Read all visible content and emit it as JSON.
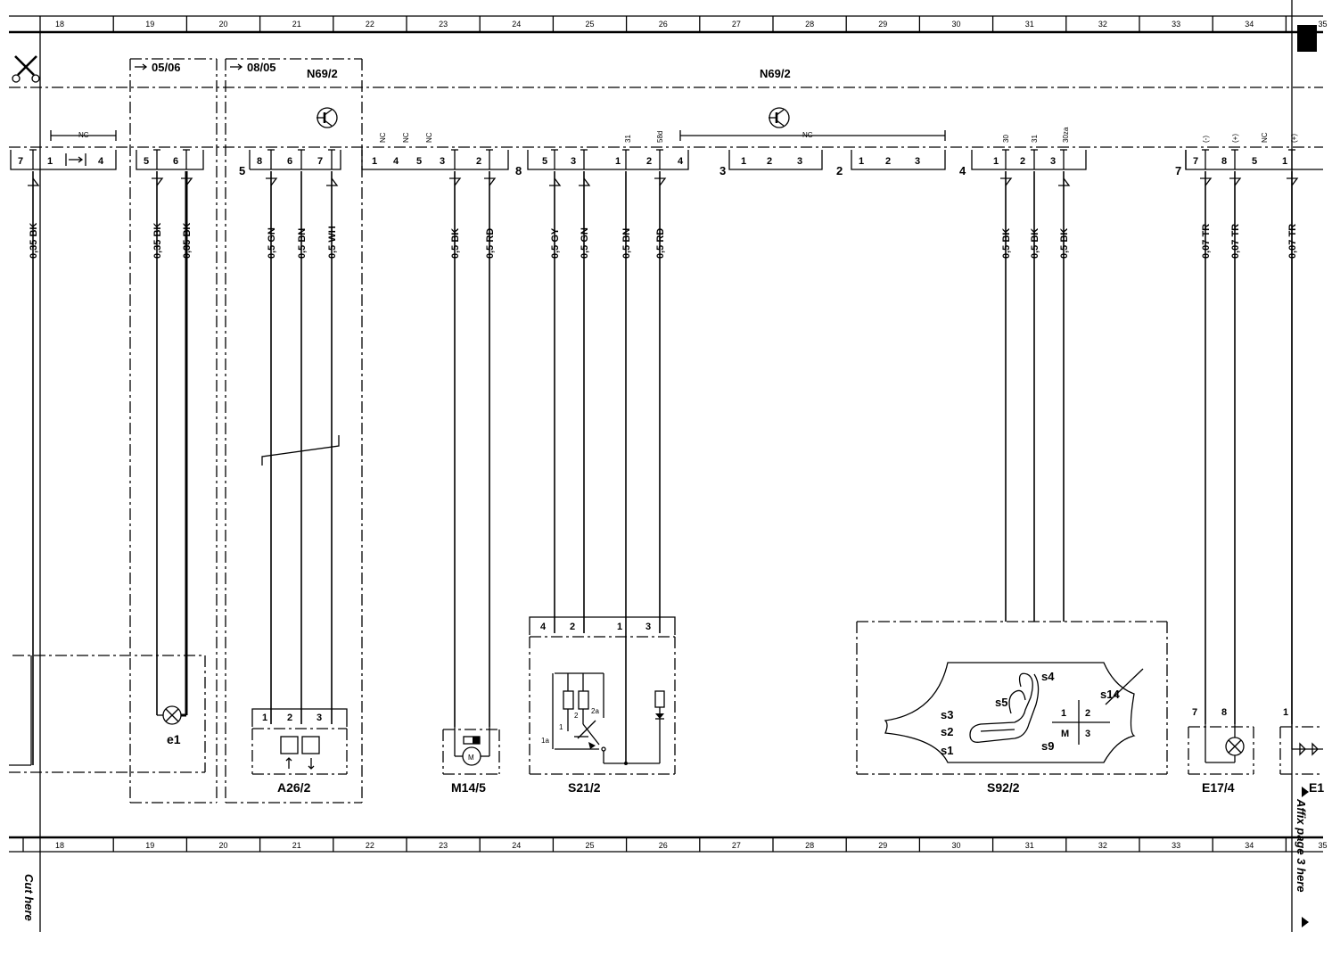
{
  "columns": [
    "18",
    "19",
    "20",
    "21",
    "22",
    "23",
    "24",
    "25",
    "26",
    "27",
    "28",
    "29",
    "30",
    "31",
    "32",
    "33",
    "34",
    "35"
  ],
  "marks": {
    "arrow_05_06": "05/06",
    "arrow_08_05": "08/05",
    "n69_left": "N69/2",
    "n69_main": "N69/2",
    "nc": "NC"
  },
  "side": {
    "cut_here": "Cut here",
    "affix": "Affix page 3 here"
  },
  "connectors": [
    {
      "num": "7",
      "pins": [
        "7",
        "1",
        "4"
      ]
    },
    {
      "num": "",
      "pins": [
        "5",
        "6"
      ]
    },
    {
      "num": "5",
      "pins": [
        "8",
        "6",
        "7"
      ]
    },
    {
      "num": "8",
      "pins": [
        "1",
        "4",
        "5",
        "3",
        "2"
      ]
    },
    {
      "num": "",
      "pins": [
        "5",
        "3",
        "1",
        "2",
        "4"
      ]
    },
    {
      "num": "3",
      "pins": [
        "1",
        "2",
        "3"
      ]
    },
    {
      "num": "2",
      "pins": [
        "1",
        "2",
        "3"
      ]
    },
    {
      "num": "4",
      "pins": [
        "1",
        "2",
        "3"
      ]
    },
    {
      "num": "7",
      "pins": [
        "7",
        "8",
        "5",
        "1"
      ]
    }
  ],
  "pin_tags": {
    "nc": "NC",
    "t31": "31",
    "t58d": "58d",
    "t30": "30",
    "t31b": "31",
    "t30za": "30za",
    "minus": "(-)",
    "plus": "(+)",
    "plus2": "(+)"
  },
  "wires": [
    {
      "label": "0,35 BK"
    },
    {
      "label": "0,35 BK"
    },
    {
      "label": "0,35 BK"
    },
    {
      "label": "0,5 GN"
    },
    {
      "label": "0,5 BN"
    },
    {
      "label": "0,5 WH"
    },
    {
      "label": "0,5 BK"
    },
    {
      "label": "0,5 RD"
    },
    {
      "label": "0,5 GY"
    },
    {
      "label": "0,5 GN"
    },
    {
      "label": "0,5 BN"
    },
    {
      "label": "0,5 RD"
    },
    {
      "label": "0,5 BK"
    },
    {
      "label": "0,5 BK"
    },
    {
      "label": "0,5 BK"
    },
    {
      "label": "0,07 TR"
    },
    {
      "label": "0,07 TR"
    },
    {
      "label": "0,07 TR"
    }
  ],
  "components": {
    "e1": {
      "label": "e1"
    },
    "a26": {
      "label": "A26/2",
      "pins": [
        "1",
        "2",
        "3"
      ]
    },
    "m14": {
      "label": "M14/5",
      "motor": "M"
    },
    "s21": {
      "label": "S21/2",
      "pins": [
        "4",
        "2",
        "1",
        "3"
      ],
      "inner": [
        "1",
        "2",
        "2a",
        "1a"
      ]
    },
    "s92": {
      "label": "S92/2",
      "left": [
        "s3",
        "s2",
        "s1"
      ],
      "s4": "s4",
      "s5": "s5",
      "s9": "s9",
      "s14": "s14",
      "grid": [
        "1",
        "2",
        "M",
        "3"
      ]
    },
    "e17": {
      "label": "E17/4",
      "pins": [
        "7",
        "8"
      ]
    },
    "e1b": {
      "label": "E1",
      "pin": "1"
    }
  }
}
